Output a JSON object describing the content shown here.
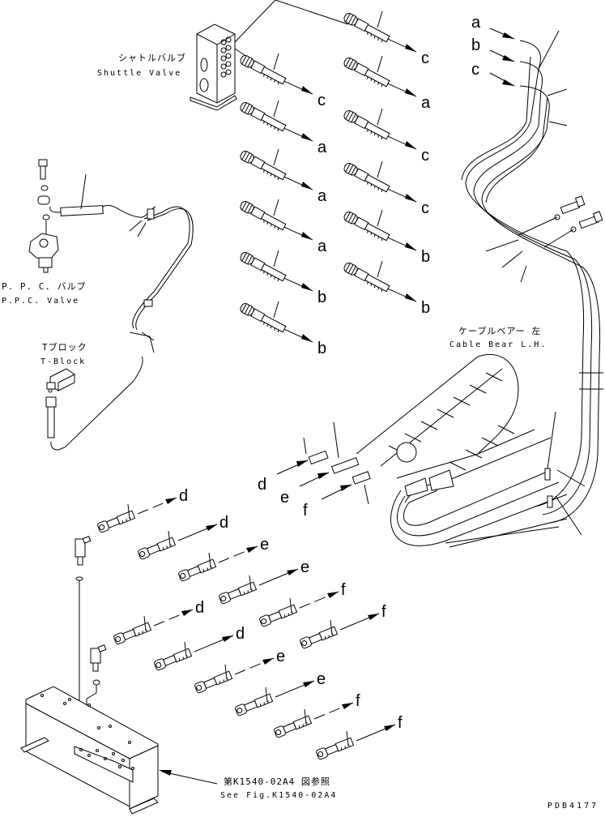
{
  "drawing": {
    "code": "PDB4177",
    "colors": {
      "line": "#000000",
      "background": "#ffffff"
    }
  },
  "labels": {
    "shuttle_valve": {
      "jp": "シャトルバルブ",
      "en": "Shuttle Valve"
    },
    "ppc_valve": {
      "jp": "P. P. C. バルブ",
      "en": "P.P.C. Valve"
    },
    "t_block": {
      "jp": "Tブロック",
      "en": "T-Block"
    },
    "cable_bear": {
      "jp": "ケーブルベアー 左",
      "en": "Cable Bear L.H."
    },
    "reference": {
      "jp": "第K1540-02A4 図参照",
      "en": "See Fig.K1540-02A4"
    }
  },
  "upper_hoses": {
    "left_column": [
      "c",
      "a",
      "a",
      "a",
      "b",
      "b"
    ],
    "right_column": [
      "c",
      "a",
      "c",
      "c",
      "b",
      "b"
    ]
  },
  "cable_bear_inlets": {
    "top": [
      "a",
      "b",
      "c"
    ],
    "bottom": [
      "d",
      "e",
      "f"
    ]
  },
  "lower_hoses": {
    "row1": [
      "d",
      "d",
      "e",
      "e",
      "f",
      "f"
    ],
    "row2": [
      "d",
      "d",
      "e",
      "e",
      "f",
      "f"
    ]
  }
}
